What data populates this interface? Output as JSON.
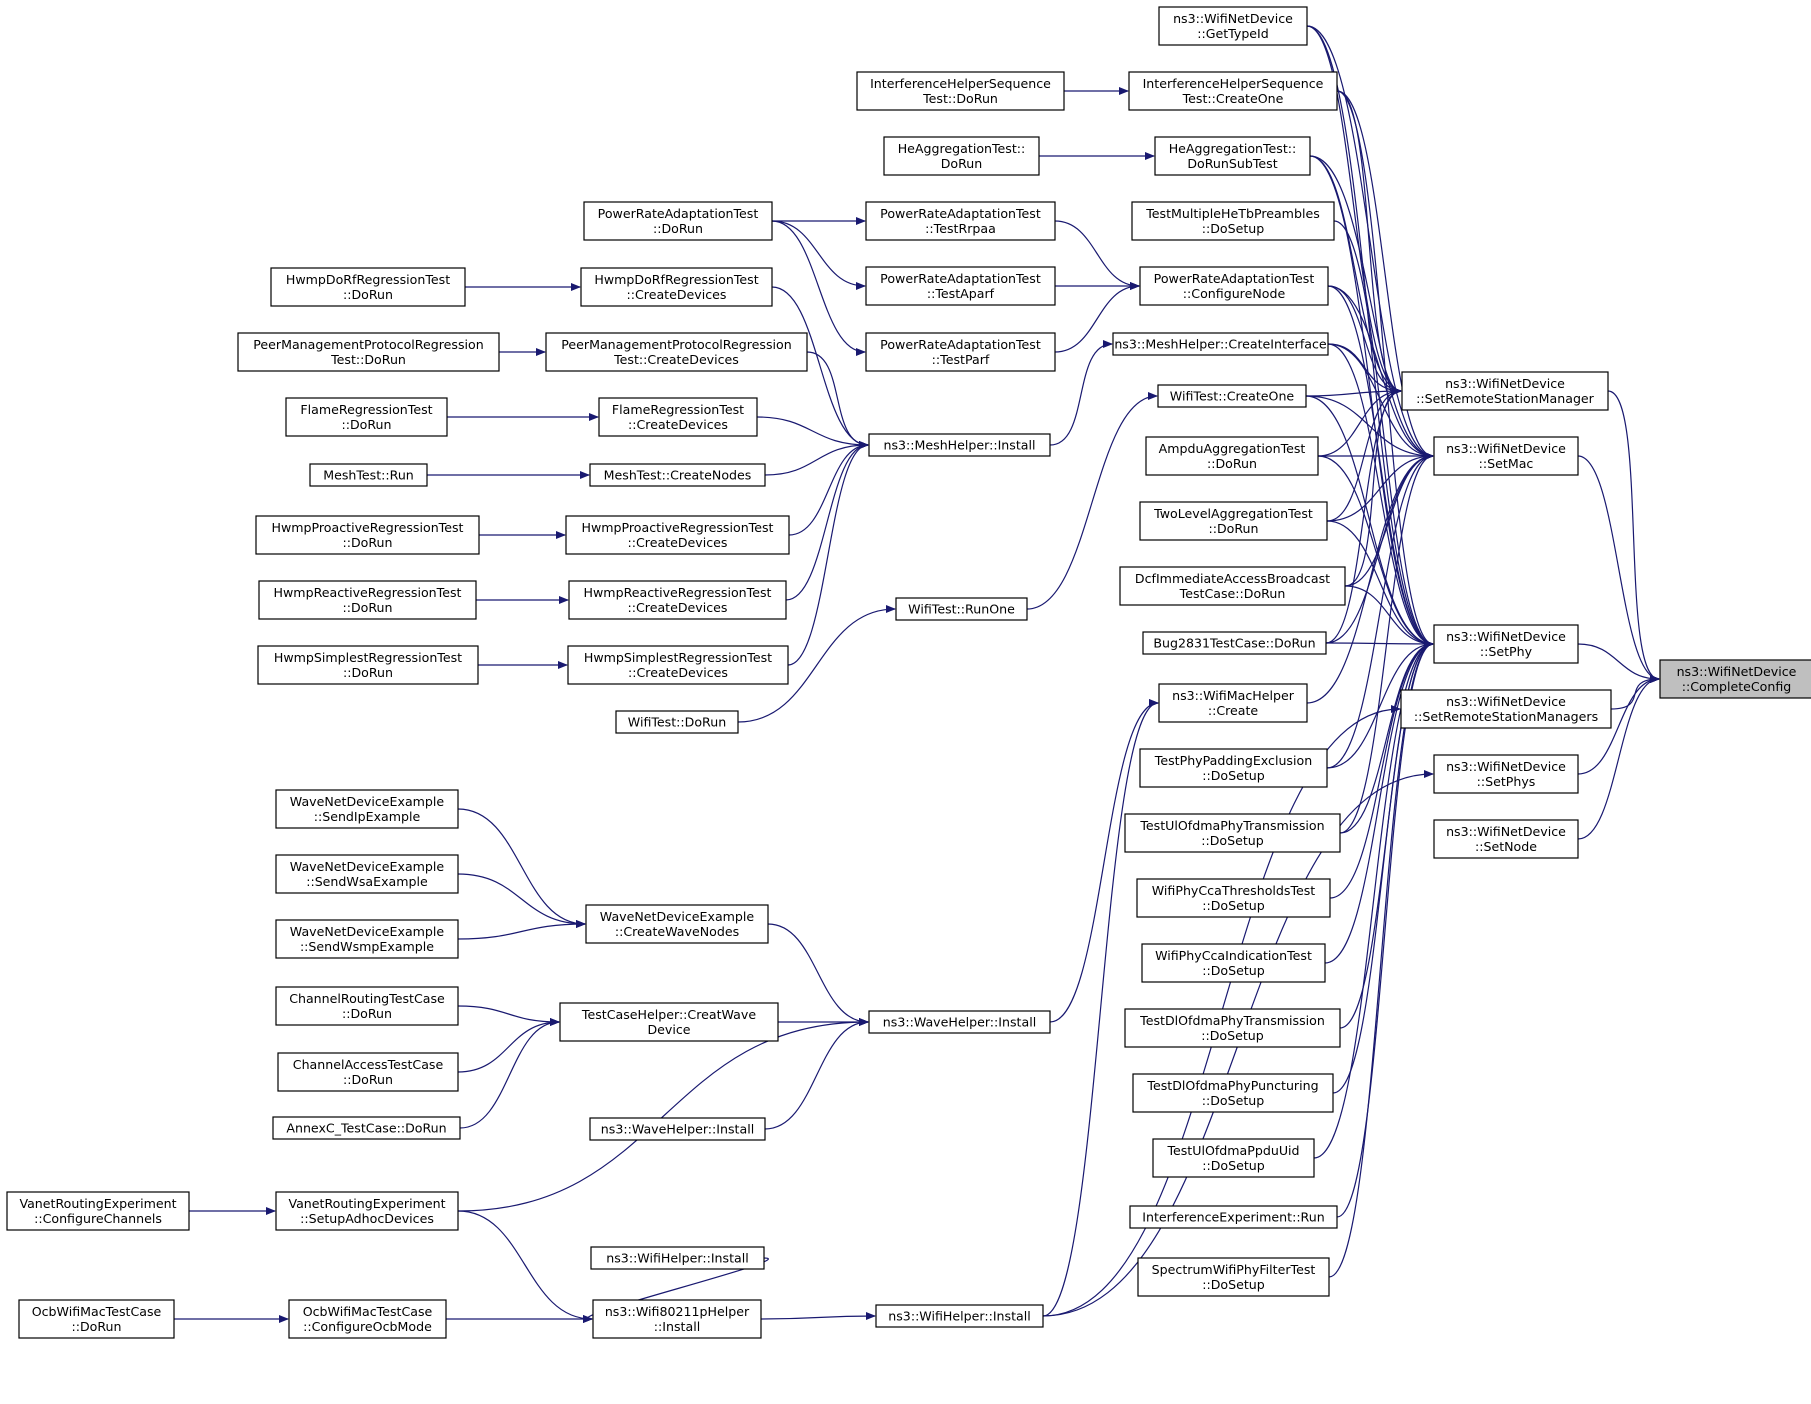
{
  "colors": {
    "edge": "#191970",
    "node_border": "#000000",
    "node_fill": "#ffffff",
    "root_fill": "#bfbfbf"
  },
  "nodes": {
    "CompleteConfig": [
      "ns3::WifiNetDevice",
      "::CompleteConfig"
    ],
    "SetRemoteStationManager": [
      "ns3::WifiNetDevice",
      "::SetRemoteStationManager"
    ],
    "SetMac": [
      "ns3::WifiNetDevice",
      "::SetMac"
    ],
    "SetPhy": [
      "ns3::WifiNetDevice",
      "::SetPhy"
    ],
    "SetRemoteStationManagers": [
      "ns3::WifiNetDevice",
      "::SetRemoteStationManagers"
    ],
    "SetPhys": [
      "ns3::WifiNetDevice",
      "::SetPhys"
    ],
    "SetNode": [
      "ns3::WifiNetDevice",
      "::SetNode"
    ],
    "GetTypeId": [
      "ns3::WifiNetDevice",
      "::GetTypeId"
    ],
    "IHSCreateOne": [
      "InterferenceHelperSequence",
      "Test::CreateOne"
    ],
    "IHSDoRun": [
      "InterferenceHelperSequence",
      "Test::DoRun"
    ],
    "HeAggDoRunSub": [
      "HeAggregationTest::",
      "DoRunSubTest"
    ],
    "HeAggDoRun": [
      "HeAggregationTest::",
      "DoRun"
    ],
    "TMHeTbDoSetup": [
      "TestMultipleHeTbPreambles",
      "::DoSetup"
    ],
    "PRAConfigureNode": [
      "PowerRateAdaptationTest",
      "::ConfigureNode"
    ],
    "PRATestRrpaa": [
      "PowerRateAdaptationTest",
      "::TestRrpaa"
    ],
    "PRATestAparf": [
      "PowerRateAdaptationTest",
      "::TestAparf"
    ],
    "PRATestParf": [
      "PowerRateAdaptationTest",
      "::TestParf"
    ],
    "PRADoRun": [
      "PowerRateAdaptationTest",
      "::DoRun"
    ],
    "MeshCreateInterface": [
      "ns3::MeshHelper::CreateInterface"
    ],
    "WifiTestCreateOne": [
      "WifiTest::CreateOne"
    ],
    "AmpduDoRun": [
      "AmpduAggregationTest",
      "::DoRun"
    ],
    "TwoLevelDoRun": [
      "TwoLevelAggregationTest",
      "::DoRun"
    ],
    "DcfDoRun": [
      "DcfImmediateAccessBroadcast",
      "TestCase::DoRun"
    ],
    "Bug2831DoRun": [
      "Bug2831TestCase::DoRun"
    ],
    "WifiMacCreate": [
      "ns3::WifiMacHelper",
      "::Create"
    ],
    "TPPaddingDoSetup": [
      "TestPhyPaddingExclusion",
      "::DoSetup"
    ],
    "TUlOfdmaTxDoSetup": [
      "TestUlOfdmaPhyTransmission",
      "::DoSetup"
    ],
    "CcaThreshDoSetup": [
      "WifiPhyCcaThresholdsTest",
      "::DoSetup"
    ],
    "CcaIndDoSetup": [
      "WifiPhyCcaIndicationTest",
      "::DoSetup"
    ],
    "TDlOfdmaTxDoSetup": [
      "TestDlOfdmaPhyTransmission",
      "::DoSetup"
    ],
    "TDlPuncDoSetup": [
      "TestDlOfdmaPhyPuncturing",
      "::DoSetup"
    ],
    "TUlPpduUidDoSetup": [
      "TestUlOfdmaPpduUid",
      "::DoSetup"
    ],
    "IntExpRun": [
      "InterferenceExperiment::Run"
    ],
    "SpecFilterDoSetup": [
      "SpectrumWifiPhyFilterTest",
      "::DoSetup"
    ],
    "MeshInstall": [
      "ns3::MeshHelper::Install"
    ],
    "WifiTestRunOne": [
      "WifiTest::RunOne"
    ],
    "WifiTestDoRun": [
      "WifiTest::DoRun"
    ],
    "HwmpDoRfCreate": [
      "HwmpDoRfRegressionTest",
      "::CreateDevices"
    ],
    "HwmpDoRfDoRun": [
      "HwmpDoRfRegressionTest",
      "::DoRun"
    ],
    "PeerMgmtCreate": [
      "PeerManagementProtocolRegression",
      "Test::CreateDevices"
    ],
    "PeerMgmtDoRun": [
      "PeerManagementProtocolRegression",
      "Test::DoRun"
    ],
    "FlameCreate": [
      "FlameRegressionTest",
      "::CreateDevices"
    ],
    "FlameDoRun": [
      "FlameRegressionTest",
      "::DoRun"
    ],
    "MeshTestCreateNodes": [
      "MeshTest::CreateNodes"
    ],
    "MeshTestRun": [
      "MeshTest::Run"
    ],
    "HwmpProCreate": [
      "HwmpProactiveRegressionTest",
      "::CreateDevices"
    ],
    "HwmpProDoRun": [
      "HwmpProactiveRegressionTest",
      "::DoRun"
    ],
    "HwmpReCreate": [
      "HwmpReactiveRegressionTest",
      "::CreateDevices"
    ],
    "HwmpReDoRun": [
      "HwmpReactiveRegressionTest",
      "::DoRun"
    ],
    "HwmpSimCreate": [
      "HwmpSimplestRegressionTest",
      "::CreateDevices"
    ],
    "HwmpSimDoRun": [
      "HwmpSimplestRegressionTest",
      "::DoRun"
    ],
    "WaveInstall": [
      "ns3::WaveHelper::Install"
    ],
    "WaveInstall2": [
      "ns3::WaveHelper::Install"
    ],
    "WaveCreateNodes": [
      "WaveNetDeviceExample",
      "::CreateWaveNodes"
    ],
    "WaveSendIp": [
      "WaveNetDeviceExample",
      "::SendIpExample"
    ],
    "WaveSendWsa": [
      "WaveNetDeviceExample",
      "::SendWsaExample"
    ],
    "WaveSendWsmp": [
      "WaveNetDeviceExample",
      "::SendWsmpExample"
    ],
    "TestCaseHelper": [
      "TestCaseHelper::CreatWave",
      "Device"
    ],
    "ChanRoutDoRun": [
      "ChannelRoutingTestCase",
      "::DoRun"
    ],
    "ChanAccDoRun": [
      "ChannelAccessTestCase",
      "::DoRun"
    ],
    "AnnexCDoRun": [
      "AnnexC_TestCase::DoRun"
    ],
    "VanetSetupAdhoc": [
      "VanetRoutingExperiment",
      "::SetupAdhocDevices"
    ],
    "VanetConfigChan": [
      "VanetRoutingExperiment",
      "::ConfigureChannels"
    ],
    "WifiHelperInstall": [
      "ns3::WifiHelper::Install"
    ],
    "WifiHelperInstall2": [
      "ns3::WifiHelper::Install"
    ],
    "Wifi80211pInstall": [
      "ns3::Wifi80211pHelper",
      "::Install"
    ],
    "OcbConfigMode": [
      "OcbWifiMacTestCase",
      "::ConfigureOcbMode"
    ],
    "OcbDoRun": [
      "OcbWifiMacTestCase",
      "::DoRun"
    ]
  }
}
